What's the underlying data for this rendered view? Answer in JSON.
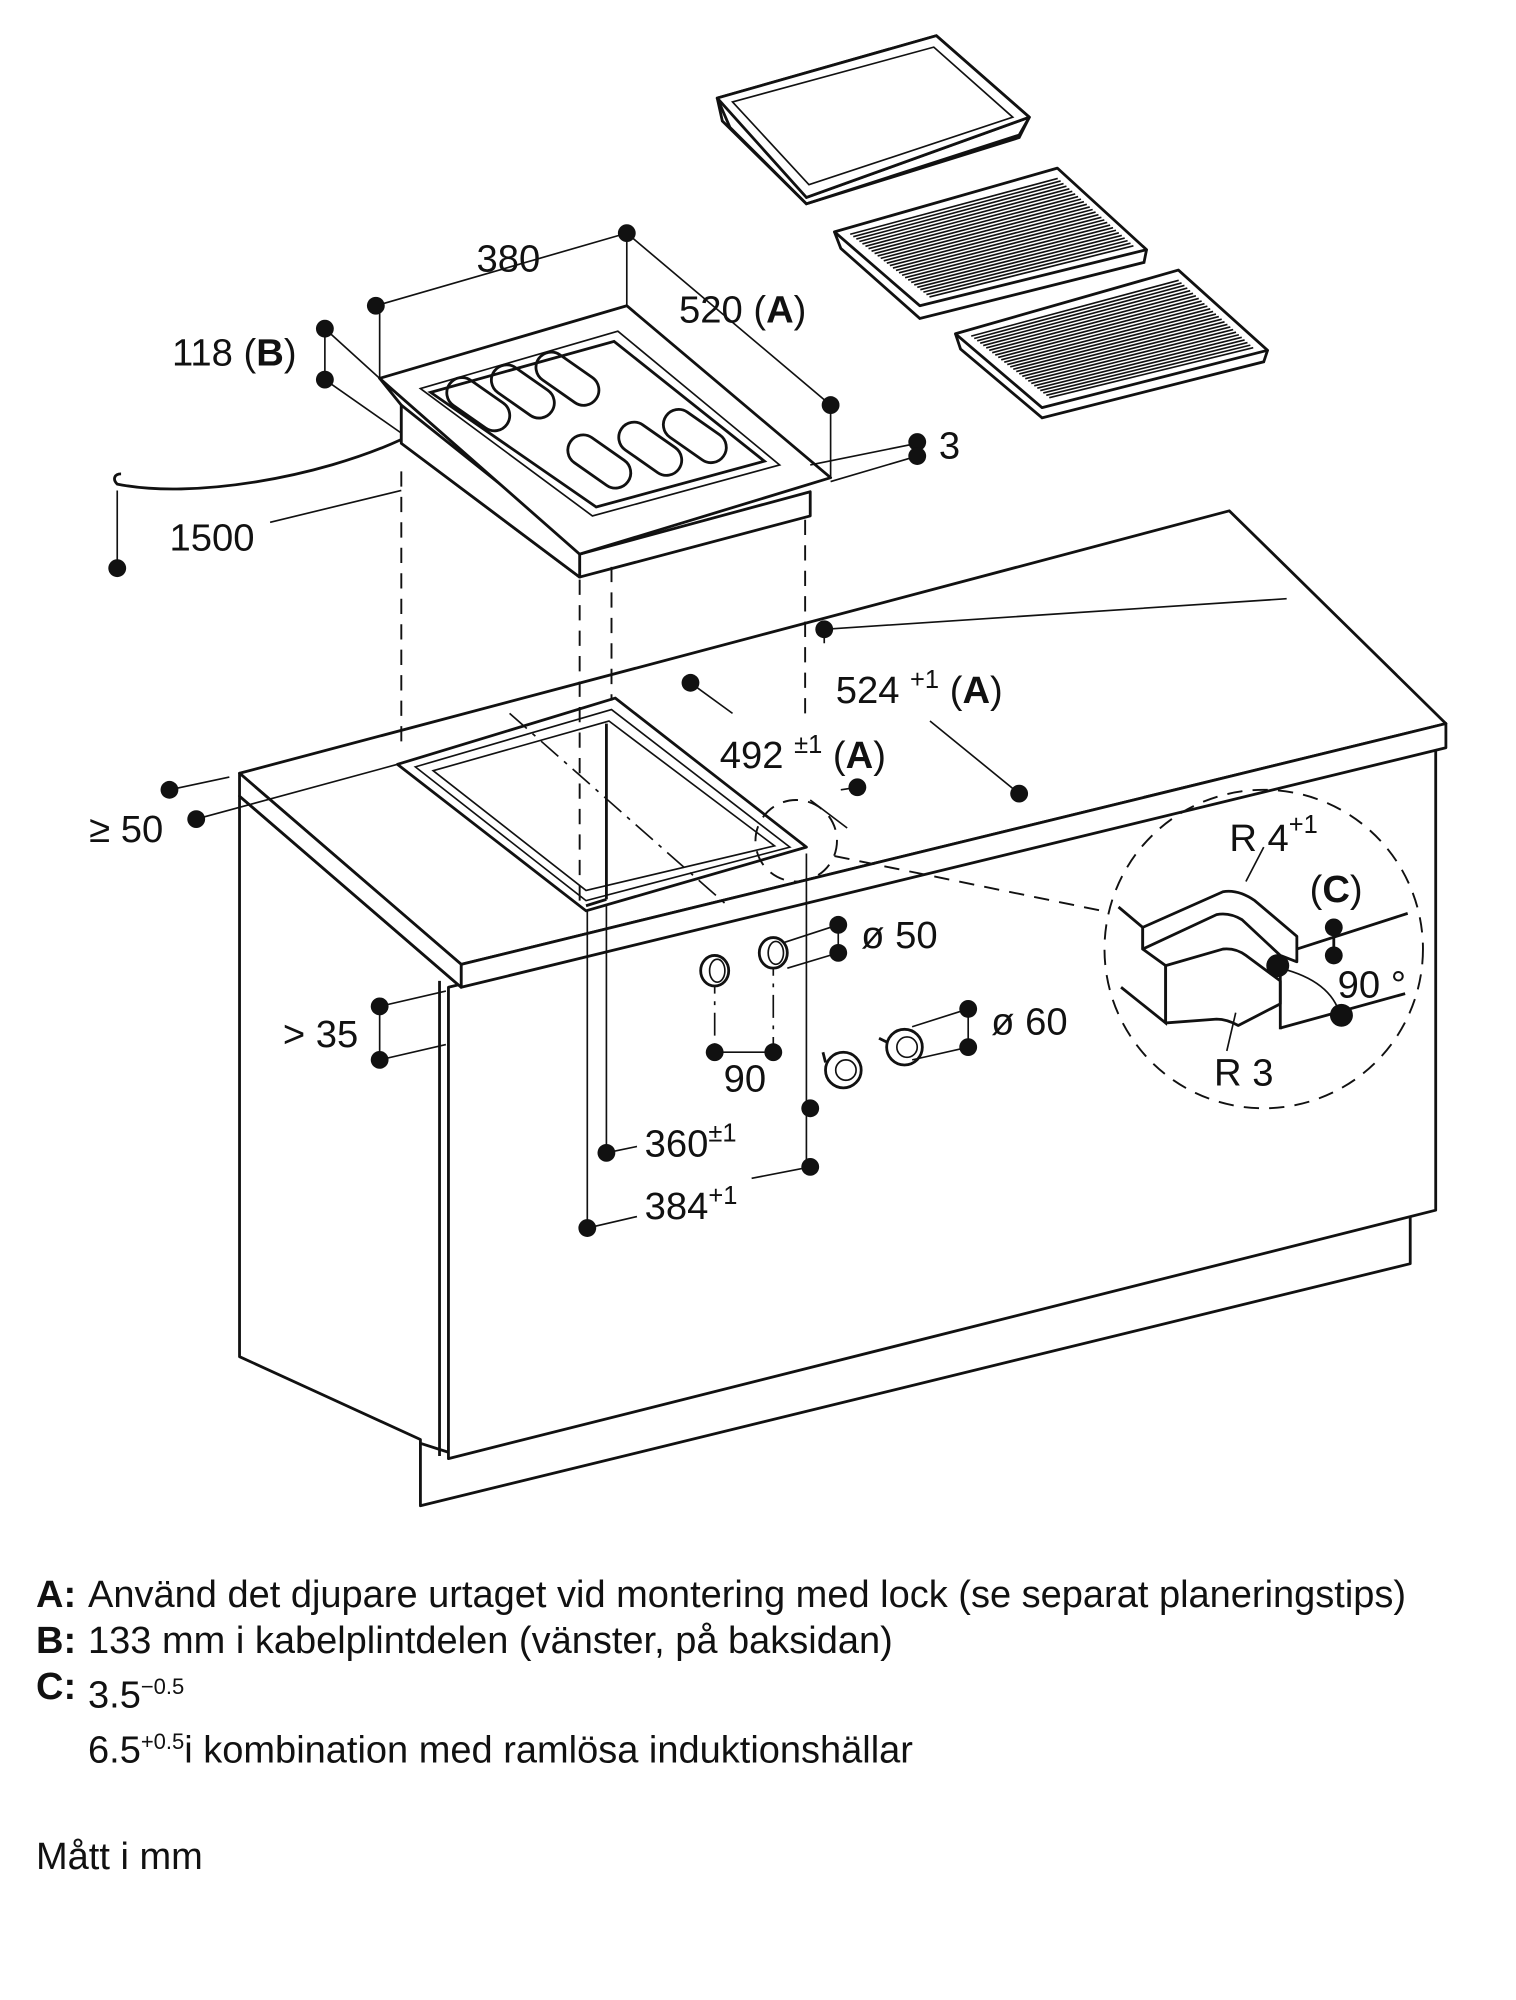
{
  "dimensions": {
    "d380": "380",
    "d520": {
      "value": "520 (",
      "ref": "A",
      "close": ")"
    },
    "d118": {
      "value": "118 (",
      "ref": "B",
      "close": ")"
    },
    "d3": "3",
    "d1500": "1500",
    "d524": {
      "value": "524 ",
      "tol": "+1",
      "ref": "A"
    },
    "d492": {
      "value": "492 ",
      "tol": "±1",
      "ref": "A"
    },
    "d50min": "≥ 50",
    "dia50": "ø 50",
    "d35": "> 35",
    "dia60": "ø 60",
    "d90": "90",
    "d360": {
      "value": "360",
      "tol": "±1"
    },
    "d384": {
      "value": "384",
      "tol": "+1"
    }
  },
  "detail": {
    "r4": {
      "value": "R 4",
      "tol": "+1"
    },
    "c": "C",
    "angle": "90 °",
    "r3": "R 3"
  },
  "notes": [
    {
      "key": "A",
      "text": "Använd det djupare urtaget vid montering med lock (se separat planeringstips)"
    },
    {
      "key": "B",
      "text": "133 mm i kabelplintdelen (vänster, på baksidan)"
    },
    {
      "key": "C",
      "text": "3.5",
      "tol": "−0.5",
      "text2": "6.5",
      "tol2": "+0.5",
      "text2b": "i kombination med ramlösa induktionshällar"
    }
  ],
  "unit_note": "Mått i mm"
}
